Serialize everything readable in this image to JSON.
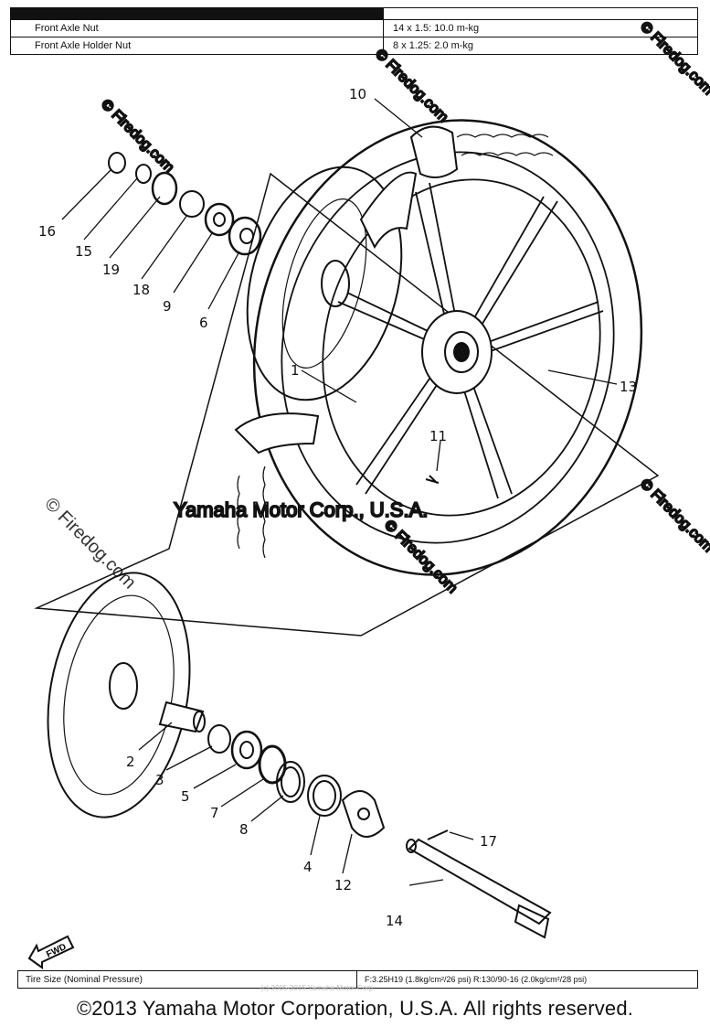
{
  "spec_table": {
    "rows": [
      {
        "item": "Front Axle Nut",
        "value": "14 x 1.5: 10.0 m-kg"
      },
      {
        "item": "Front Axle Holder Nut",
        "value": "8 x 1.25: 2.0 m-kg"
      }
    ]
  },
  "tire_table": {
    "label": "Tire Size (Nominal Pressure)",
    "value": "F:3.25H19  (1.8kg/cm²/26  psi)   R:130/90-16  (2.0kg/cm²/28  psi)"
  },
  "callouts": {
    "c1": "1",
    "c2": "2",
    "c3": "3",
    "c4": "4",
    "c5": "5",
    "c6": "6",
    "c7": "7",
    "c8": "8",
    "c9": "9",
    "c10": "10",
    "c11": "11",
    "c12": "12",
    "c13": "13",
    "c14": "14",
    "c15": "15",
    "c16": "16",
    "c17": "17",
    "c18": "18",
    "c19": "19"
  },
  "fwd_label": "FWD",
  "watermarks": {
    "firedog": "© Firedog.com",
    "yamaha": "Yamaha Motor Corp., U.S.A.",
    "small": "(c) 2005-2015 Yamaha Motor Corp."
  },
  "copyright": "©2013 Yamaha Motor Corporation, U.S.A. All rights reserved."
}
